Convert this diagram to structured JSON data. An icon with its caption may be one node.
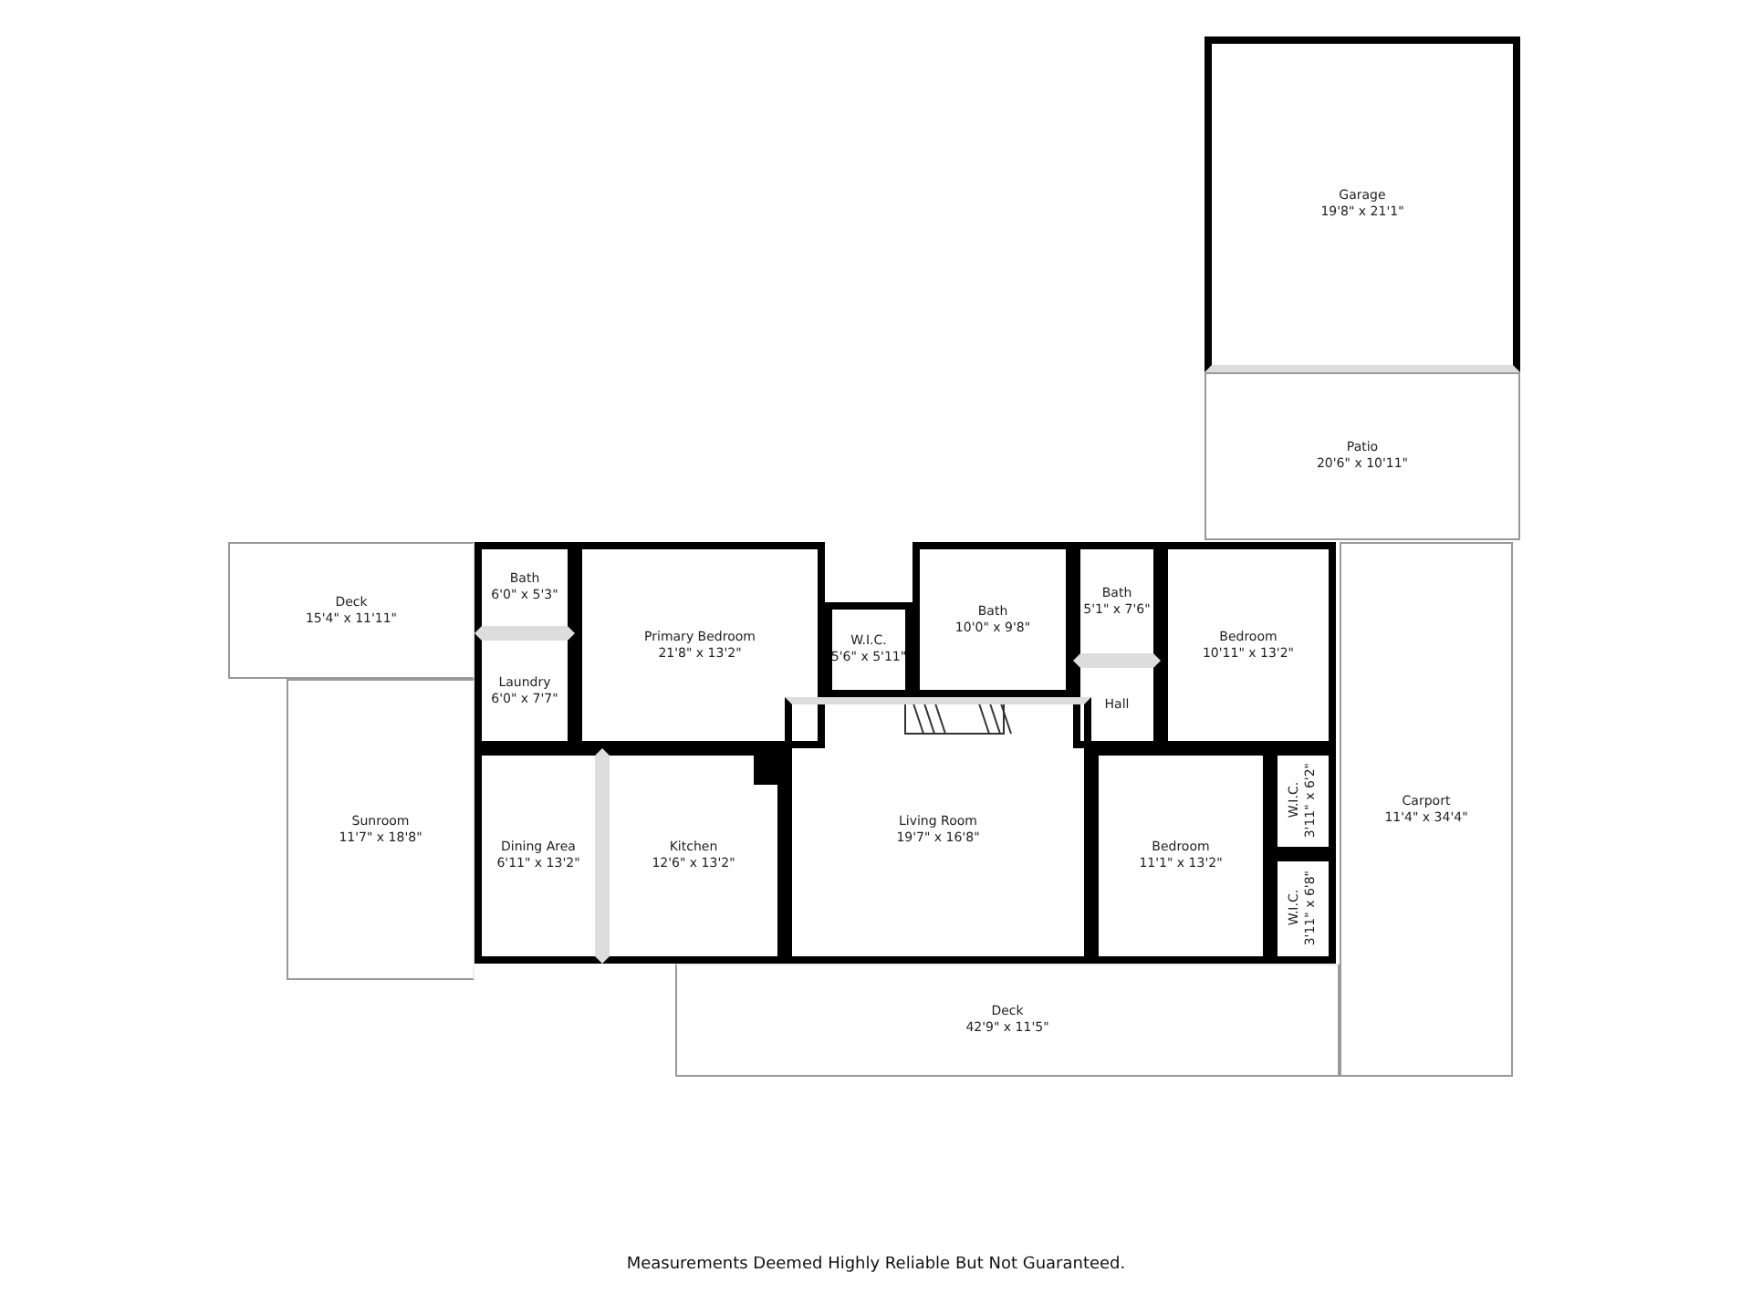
{
  "diagram": {
    "nodes": [
      {
        "text": [
          "Garage",
          "19'8\" x 21'1\""
        ]
      },
      {
        "text": [
          "Patio",
          "20'6\" x 10'11\""
        ]
      },
      {
        "text": [
          "Deck",
          "15'4\" x 11'11\""
        ]
      },
      {
        "text": [
          "Bath",
          "6'0\" x 5'3\""
        ]
      },
      {
        "text": [
          "Primary Bedroom",
          "21'8\" x 13'2\""
        ]
      },
      {
        "text": [
          "W.I.C.",
          "5'6\" x 5'11\""
        ]
      },
      {
        "text": [
          "Bath",
          "10'0\" x 9'8\""
        ]
      },
      {
        "text": [
          "Bath",
          "5'1\" x 7'6\""
        ]
      },
      {
        "text": [
          "Bedroom",
          "10'11\" x 13'2\""
        ]
      },
      {
        "text": [
          "Laundry",
          "6'0\" x 7'7\""
        ]
      },
      {
        "text": [
          "Hall"
        ]
      },
      {
        "text": [
          "Sunroom",
          "11'7\" x 18'8\""
        ]
      },
      {
        "text": [
          "Dining Area",
          "6'11\" x 13'2\""
        ]
      },
      {
        "text": [
          "Kitchen",
          "12'6\" x 13'2\""
        ]
      },
      {
        "text": [
          "Living Room",
          "19'7\" x 16'8\""
        ]
      },
      {
        "text": [
          "Bedroom",
          "11'1\" x 13'2\""
        ]
      },
      {
        "text": [
          "W.I.C.",
          "3'11\" x 6'2\""
        ]
      },
      {
        "text": [
          "W.I.C.",
          "3'11\" x 6'8\""
        ]
      },
      {
        "text": [
          "Carport",
          "11'4\" x 34'4\""
        ]
      },
      {
        "text": [
          "Deck",
          "42'9\" x 11'5\""
        ]
      }
    ],
    "edges": [],
    "labels": [
      "Measurements Deemed Highly Reliable But Not Guaranteed."
    ]
  }
}
